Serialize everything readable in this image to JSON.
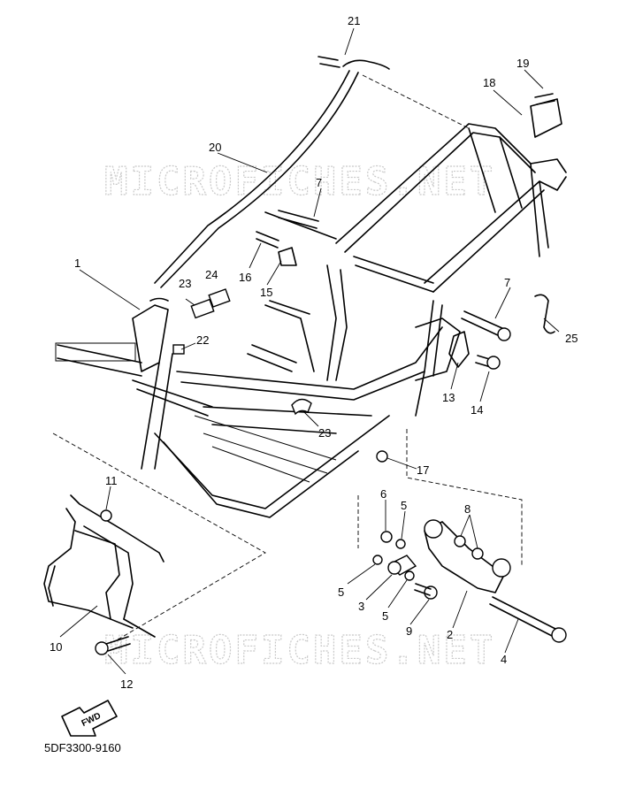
{
  "watermark": "MICROFICHES.NET",
  "diagram_code": "5DF3300-9160",
  "fwd_label": "FWD",
  "callouts": {
    "c1": "1",
    "c2": "2",
    "c3": "3",
    "c4": "4",
    "c5a": "5",
    "c5b": "5",
    "c5c": "5",
    "c6": "6",
    "c7a": "7",
    "c7b": "7",
    "c8": "8",
    "c9": "9",
    "c10": "10",
    "c11": "11",
    "c12": "12",
    "c13": "13",
    "c14": "14",
    "c15": "15",
    "c16": "16",
    "c17": "17",
    "c18": "18",
    "c19": "19",
    "c20": "20",
    "c21": "21",
    "c22": "22",
    "c23a": "23",
    "c23b": "23",
    "c24": "24",
    "c25": "25"
  }
}
